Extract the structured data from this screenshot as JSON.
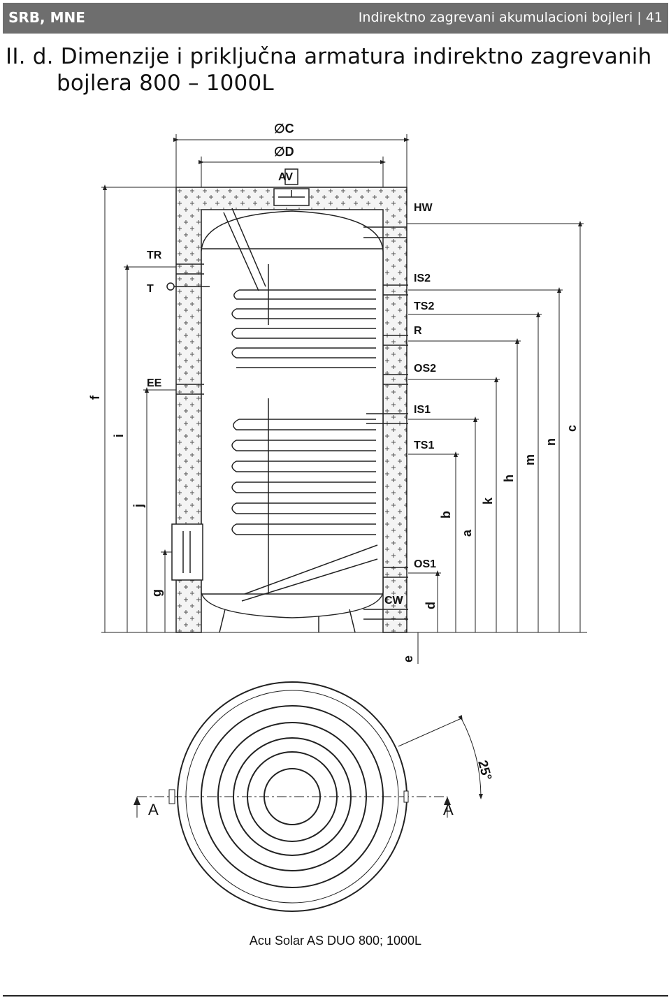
{
  "header": {
    "left": "SRB, MNE",
    "right": "Indirektno zagrevani akumulacioni bojleri | 41"
  },
  "title": {
    "line1": "II. d. Dimenzije i priključna armatura indirektno zagrevanih",
    "line2": "bojlera 800 – 1000L"
  },
  "drawing": {
    "dim_C": "∅C",
    "dim_D": "∅D",
    "av": "AV",
    "right_ports": [
      "HW",
      "IS2",
      "TS2",
      "R",
      "OS2",
      "IS1",
      "TS1",
      "OS1",
      "CW"
    ],
    "left_ports": [
      "TR",
      "T",
      "EE"
    ],
    "left_dims": [
      "f",
      "i",
      "j",
      "g"
    ],
    "right_dims": [
      "d",
      "b",
      "a",
      "k",
      "h",
      "m",
      "n",
      "c"
    ],
    "bottom_dim": "e",
    "angle": "25°",
    "section_marks": [
      "A",
      "A"
    ]
  },
  "caption": "Acu Solar AS DUO 800; 1000L"
}
